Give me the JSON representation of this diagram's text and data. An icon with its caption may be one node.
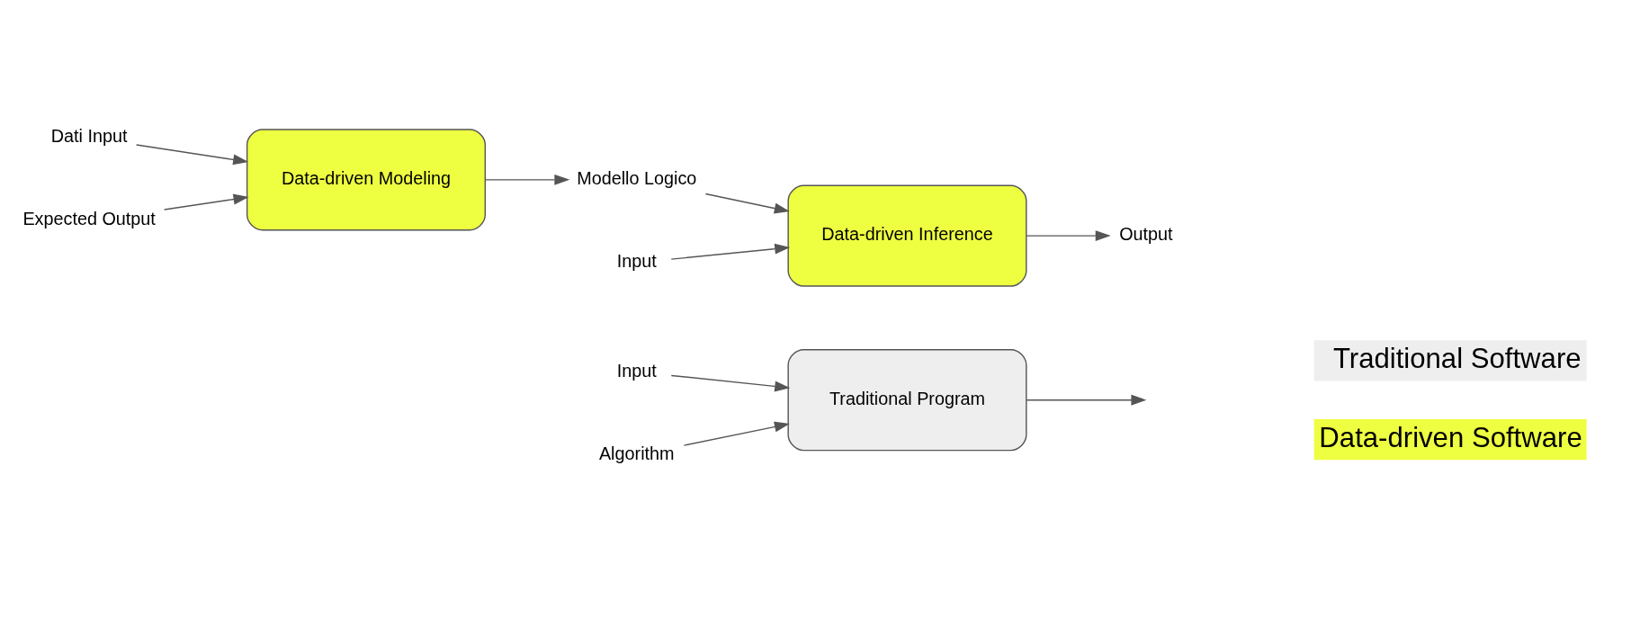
{
  "diagram": {
    "nodes": [
      {
        "text": [
          "Input"
        ]
      },
      {
        "text": [
          "Algorithm"
        ]
      },
      {
        "text": [
          "Traditional Program"
        ]
      },
      {
        "text": [
          "Dati Input"
        ]
      },
      {
        "text": [
          "Expected Output"
        ]
      },
      {
        "text": [
          "Data-driven Modeling"
        ]
      },
      {
        "text": [
          "Modello Logico"
        ]
      },
      {
        "text": [
          "Input"
        ]
      },
      {
        "text": [
          "Data-driven Inference"
        ]
      },
      {
        "text": [
          "Output"
        ]
      }
    ],
    "edges": [
      {
        "from": 0,
        "to": 2,
        "arrow": "to"
      },
      {
        "from": 1,
        "to": 2,
        "arrow": "to"
      },
      {
        "from": 2,
        "to": null,
        "arrow": "to"
      },
      {
        "from": 3,
        "to": 5,
        "arrow": "to"
      },
      {
        "from": 4,
        "to": 5,
        "arrow": "to"
      },
      {
        "from": 5,
        "to": 6,
        "arrow": "to"
      },
      {
        "from": 6,
        "to": 8,
        "arrow": "to"
      },
      {
        "from": 7,
        "to": 8,
        "arrow": "to"
      },
      {
        "from": 8,
        "to": 9,
        "arrow": "to"
      }
    ],
    "legend": [
      {
        "text": "Traditional Software",
        "color": "#eeeeee"
      },
      {
        "text": "Data-driven Software",
        "color": "#eeff41"
      }
    ]
  }
}
